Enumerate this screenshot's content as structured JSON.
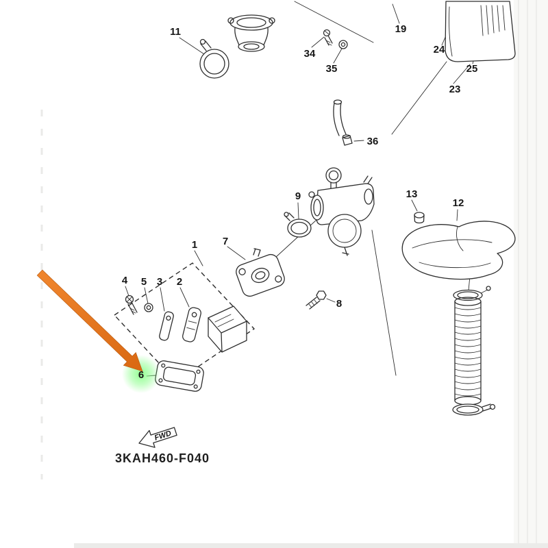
{
  "diagram": {
    "code": "3KAH460-F040",
    "fwd_arrow_label": "FWD",
    "highlighted_part_number": "6",
    "colors": {
      "pointer_arrow_orange": "#e8731f",
      "highlight_green": "#8dff8d",
      "linework_dark": "#2e2e2e"
    },
    "part_labels": [
      {
        "number": "11"
      },
      {
        "number": "34"
      },
      {
        "number": "35"
      },
      {
        "number": "19"
      },
      {
        "number": "24"
      },
      {
        "number": "25"
      },
      {
        "number": "23"
      },
      {
        "number": "36"
      },
      {
        "number": "9"
      },
      {
        "number": "13"
      },
      {
        "number": "12"
      },
      {
        "number": "1"
      },
      {
        "number": "7"
      },
      {
        "number": "4"
      },
      {
        "number": "5"
      },
      {
        "number": "3"
      },
      {
        "number": "2"
      },
      {
        "number": "8"
      },
      {
        "number": "6"
      }
    ]
  }
}
